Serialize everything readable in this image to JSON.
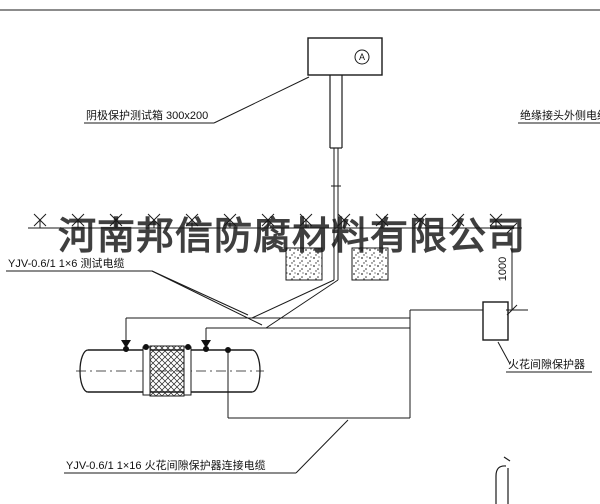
{
  "watermark": "河南邦信防腐材料有限公司",
  "labels": {
    "test_box": "阴极保护测试箱 300x200",
    "insulated_joint_cable": "绝缘接头外侧电缆",
    "test_cable": "YJV-0.6/1 1×6  测试电缆",
    "spark_gap_protector": "火花间隙保护器",
    "spark_gap_cable": "YJV-0.6/1 1×16  火花间隙保护器连接电缆"
  },
  "dimension": {
    "riser_depth": "1000"
  },
  "meter": {
    "letter": "A"
  },
  "colors": {
    "line": "#1a1a1a",
    "background": "#ffffff",
    "watermark": "#161616"
  }
}
